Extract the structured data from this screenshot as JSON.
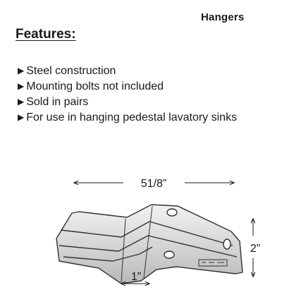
{
  "header": {
    "title": "Hangers"
  },
  "features": {
    "heading": "Features:",
    "bullet_icon": "right-triangle-icon",
    "items": [
      "Steel construction",
      "Mounting bolts not included",
      "Sold in pairs",
      "For use in hanging pedestal lavatory sinks"
    ]
  },
  "diagram": {
    "width_label": "51/8”",
    "height_label": "2”",
    "depth_label": "1”"
  }
}
